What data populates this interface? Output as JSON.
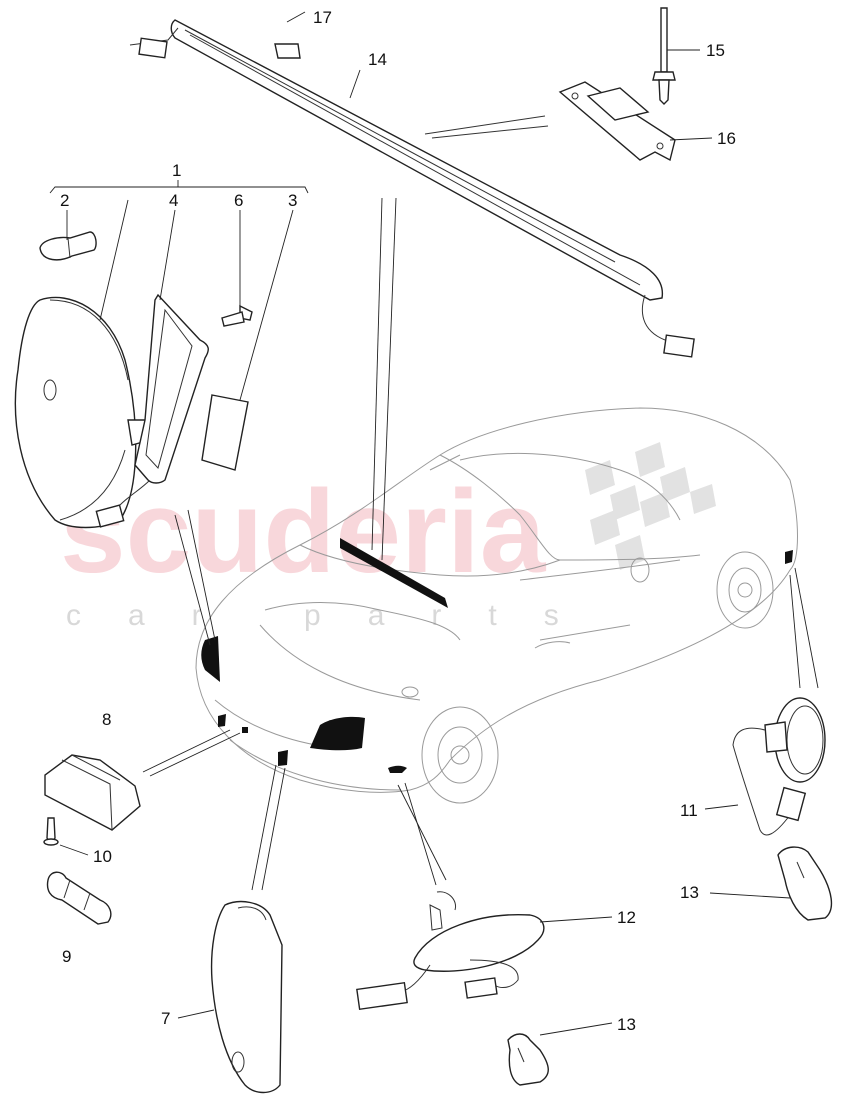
{
  "watermark": {
    "brand": "scuderia",
    "tagline": "car parts"
  },
  "callouts": {
    "c1": "1",
    "c2": "2",
    "c3": "3",
    "c4": "4",
    "c6": "6",
    "c7": "7",
    "c8": "8",
    "c9": "9",
    "c10": "10",
    "c11": "11",
    "c12": "12",
    "c13a": "13",
    "c13b": "13",
    "c14": "14",
    "c15": "15",
    "c16": "16",
    "c17": "17"
  }
}
